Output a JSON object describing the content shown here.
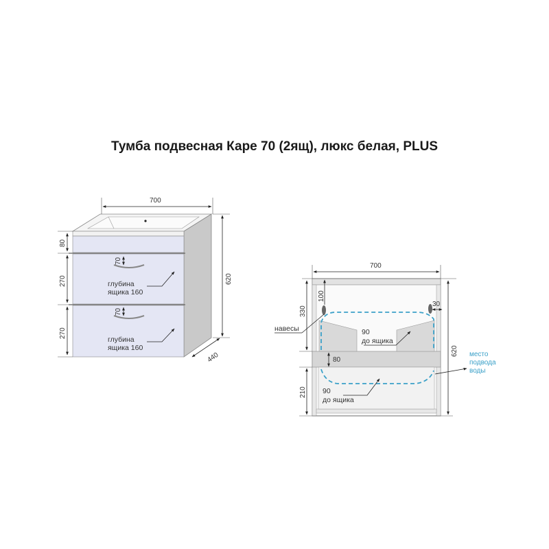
{
  "title": "Тумба подвесная Каре 70 (2ящ), люкс белая, PLUS",
  "colors": {
    "front": "#e6e8f6",
    "side": "#c8c8c8",
    "top": "#f4f4f4",
    "panel": "#dcdcdc",
    "line": "#555555",
    "water": "#3aa0c8"
  },
  "front_view": {
    "width": "700",
    "height": "620",
    "depth": "440",
    "top_panel_height": "80",
    "drawer1_height": "270",
    "drawer2_height": "270",
    "handle_height_1": "70",
    "handle_height_2": "70",
    "drawer1_depth_label_1": "глубина",
    "drawer1_depth_label_2": "ящика 160",
    "drawer2_depth_label_1": "глубина",
    "drawer2_depth_label_2": "ящика 160"
  },
  "section_view": {
    "width": "700",
    "height": "620",
    "upper_height": "330",
    "lower_height": "210",
    "shelf_height": "80",
    "hinge_offset": "100",
    "hinge_side_offset": "30",
    "hinges_label": "навесы",
    "upper_clearance_1": "90",
    "upper_clearance_2": "до ящика",
    "lower_clearance_1": "90",
    "lower_clearance_2": "до ящика",
    "water_label_1": "место",
    "water_label_2": "подвода",
    "water_label_3": "воды"
  }
}
